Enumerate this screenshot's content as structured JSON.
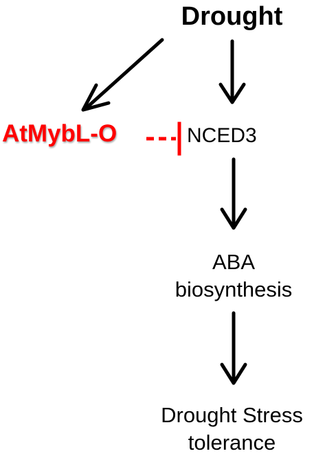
{
  "nodes": {
    "drought": "Drought",
    "atmybl": "AtMybL-O",
    "nced3": "NCED3",
    "aba": {
      "line1": "ABA",
      "line2": "biosynthesis"
    },
    "tolerance": {
      "line1": "Drought Stress",
      "line2": "tolerance"
    }
  },
  "colors": {
    "arrow": "#000000",
    "inhibition": "#ff0000",
    "atmybl_text": "#ff0000",
    "text": "#000000",
    "background": "#ffffff"
  },
  "edges": [
    {
      "from": "drought",
      "to": "atmybl",
      "type": "activation"
    },
    {
      "from": "drought",
      "to": "nced3",
      "type": "activation"
    },
    {
      "from": "atmybl",
      "to": "nced3",
      "type": "inhibition",
      "style": "dashed"
    },
    {
      "from": "nced3",
      "to": "aba",
      "type": "activation"
    },
    {
      "from": "aba",
      "to": "tolerance",
      "type": "activation"
    }
  ]
}
